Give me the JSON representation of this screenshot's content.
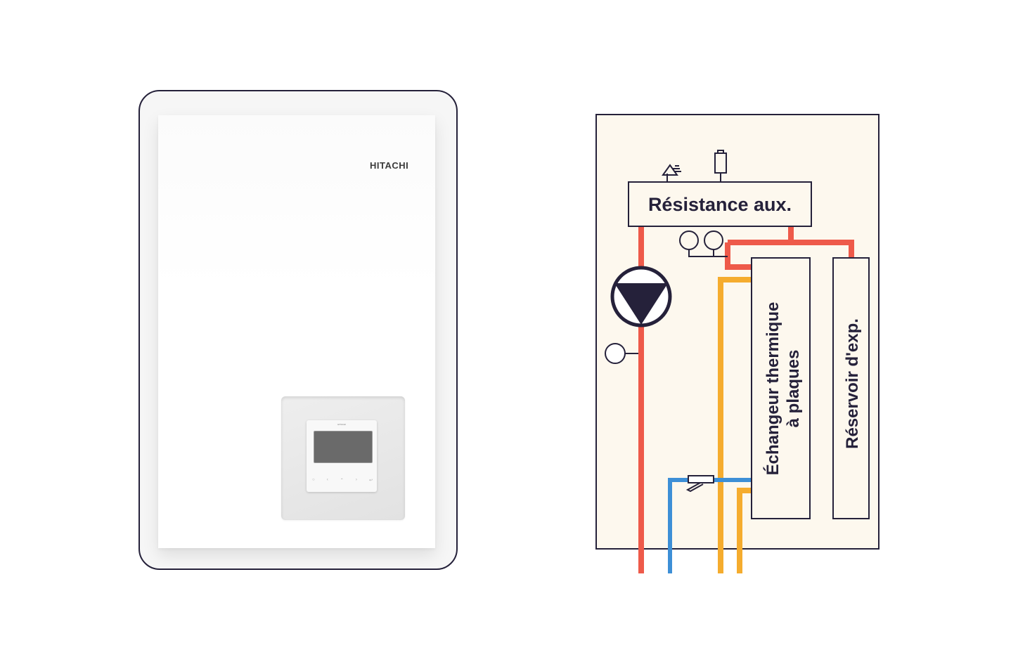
{
  "product": {
    "brand": "HITACHI",
    "controller_brand": "HITACHI",
    "controller_buttons": [
      "○",
      "‹",
      "⌃",
      "›",
      "↩"
    ]
  },
  "diagram": {
    "labels": {
      "aux_heater": "Résistance aux.",
      "heat_exchanger_line1": "Échangeur thermique",
      "heat_exchanger_line2": "à plaques",
      "expansion_tank": "Réservoir d'exp."
    },
    "colors": {
      "panel_background": "#fdf8ee",
      "outline": "#25213a",
      "hot_pipe": "#ee5a4a",
      "warm_pipe": "#f5ac2e",
      "cold_pipe": "#3d8fd6"
    },
    "icons": [
      "pump-icon",
      "sensor-gauge-icon",
      "safety-valve-icon",
      "electric-supply-icon",
      "air-purge-icon",
      "flow-switch-icon"
    ]
  }
}
